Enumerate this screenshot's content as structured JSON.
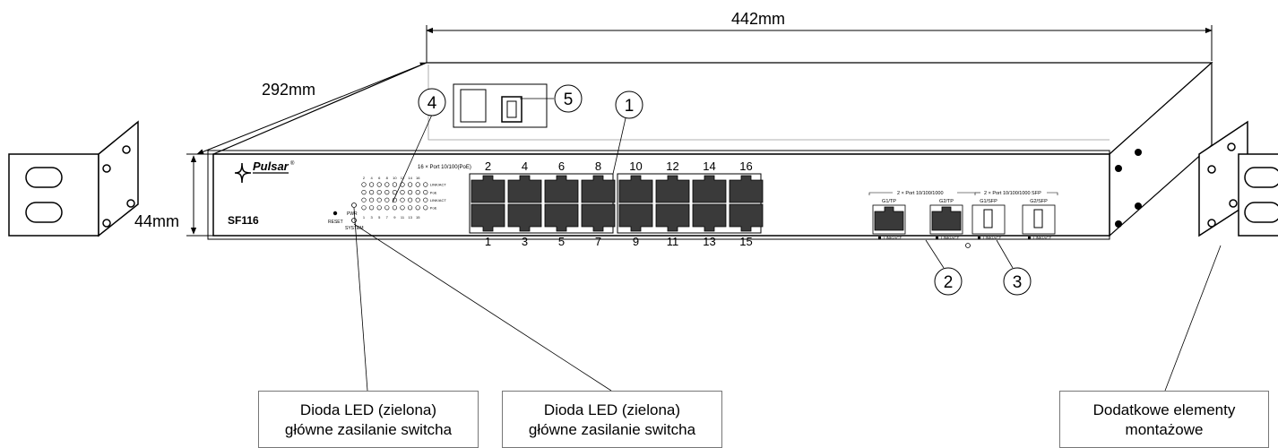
{
  "dimensions": {
    "width": "442mm",
    "depth": "292mm",
    "height": "44mm"
  },
  "device": {
    "brand": "Pulsar",
    "brand_mark": "®",
    "model": "SF116",
    "reset_label": "RESET",
    "pwr_label": "PWR",
    "system_label": "SYSTEM",
    "poe_header": "16 × Port 10/100(PoE)",
    "led_numbers_top": [
      "2",
      "4",
      "6",
      "8",
      "10",
      "12",
      "14",
      "16"
    ],
    "led_numbers_bottom": [
      "1",
      "3",
      "5",
      "7",
      "9",
      "11",
      "13",
      "15"
    ],
    "led_row_labels": [
      "LINK/ACT",
      "PoE",
      "LINK/ACT",
      "PoE"
    ],
    "port_numbers_top": [
      "2",
      "4",
      "6",
      "8",
      "10",
      "12",
      "14",
      "16"
    ],
    "port_numbers_bottom": [
      "1",
      "3",
      "5",
      "7",
      "9",
      "11",
      "13",
      "15"
    ],
    "gigabit_tp_header": "2 × Port 10/100/1000",
    "gigabit_sfp_header": "2 × Port 10/100/1000 SFP",
    "uplinks": [
      {
        "label": "G1/TP",
        "status": "LINK/ACT"
      },
      {
        "label": "G2/TP",
        "status": "LINK/ACT"
      },
      {
        "label": "G1/SFP",
        "status": "LINK/ACT"
      },
      {
        "label": "G2/SFP",
        "status": "LINK/ACT"
      }
    ]
  },
  "markers": [
    "1",
    "2",
    "3",
    "4",
    "5"
  ],
  "callouts": [
    {
      "line1": "Dioda LED (zielona)",
      "line2": "główne zasilanie switcha"
    },
    {
      "line1": "Dioda LED (zielona)",
      "line2": "główne zasilanie switcha"
    },
    {
      "line1": "Dodatkowe elementy",
      "line2": "montażowe"
    }
  ]
}
